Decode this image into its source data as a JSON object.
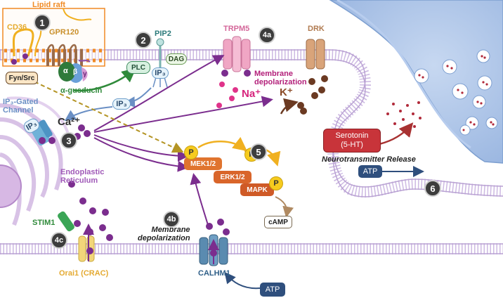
{
  "labels": {
    "lipid_raft": "Lipid raft",
    "cd36": "CD36",
    "gpr120": "GPR120",
    "fyn_src": "Fyn/Src",
    "alpha_gusducin": "α-gusducin",
    "alpha": "α",
    "beta": "β",
    "gamma": "γ",
    "pip2": "PIP2",
    "plc": "PLC",
    "dag": "DAG",
    "ip3_receptor": "IP₃",
    "ip3_free": "IP₃",
    "ip3_channel_tag": "IP₃",
    "ip3_gated_channel": "IP₃-Gated\nChannel",
    "ca2": "Ca²⁺",
    "trpm5": "TRPM5",
    "drk": "DRK",
    "membrane_depolarization_a": "Membrane\ndepolarization",
    "na": "Na⁺",
    "k": "K⁺",
    "endoplasmic_reticulum": "Endoplastic\nReticulum",
    "stim1": "STIM1",
    "orai1": "Orai1 (CRAC)",
    "membrane_depolarization_b": "Membrane\ndepolarization",
    "calhm1": "CALHM1",
    "atp_calhm1": "ATP",
    "mek": "MEK1/2",
    "erk": "ERK1/2",
    "mapk": "MAPK",
    "camp": "cAMP",
    "p": "P",
    "serotonin": "Serotonin\n(5-HT)",
    "neurotransmitter_release": "Neurotransmitter Release",
    "atp_release": "ATP"
  },
  "steps": {
    "s1": "1",
    "s2": "2",
    "s3": "3",
    "s4a": "4a",
    "s4b": "4b",
    "s4c": "4c",
    "s5": "5",
    "s6": "6"
  },
  "colors": {
    "calcium": "#7b2d8e",
    "lipid_raft": "#f08a24",
    "membrane": "#b9a2d3",
    "trpm5": "#e27fa6",
    "drk": "#c9936a",
    "potassium": "#6b3a22",
    "sodium": "#e0338a",
    "serotonin": "#c8343a",
    "atp": "#2f4f7d",
    "mek_erk_mapk": "#e0742e",
    "gusducin_alpha": "#2f7a3a",
    "neuron": "#a9c3e8"
  },
  "icons": [
    "neuron-terminal",
    "lipid-bilayer",
    "ion-channel",
    "vesicle",
    "nucleus",
    "endoplasmic-reticulum"
  ]
}
